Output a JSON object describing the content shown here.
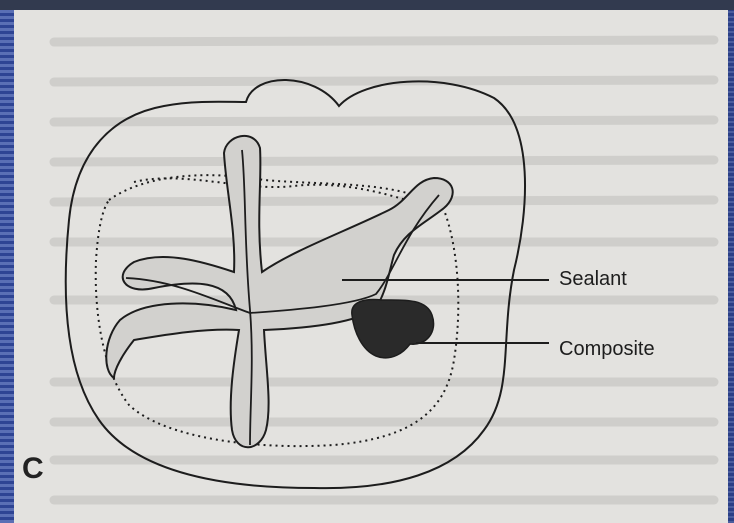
{
  "labels": {
    "sealant": "Sealant",
    "composite": "Composite",
    "panel": "C"
  },
  "colors": {
    "slide_background": "#2b3f86",
    "paper": "#e3e2df",
    "ink": "#1d1d1d",
    "composite_fill": "#2a2a2a",
    "sealant_fill": "#d2d1ce"
  }
}
